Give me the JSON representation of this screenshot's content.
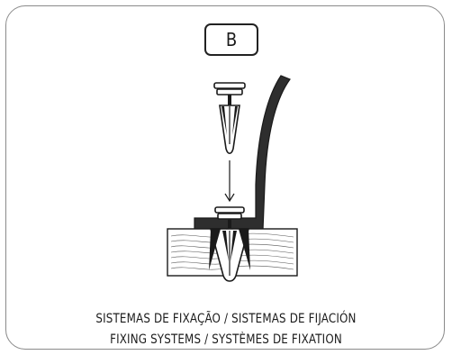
{
  "panel": {
    "label": "B"
  },
  "caption": {
    "line1": "SISTEMAS DE FIXAÇÃO / SISTEMAS DE FIJACIÓN",
    "line2": "FIXING SYSTEMS / SYSTÈMES DE FIXATION"
  },
  "colors": {
    "line": "#1a1a1a",
    "border": "#8a8a8a",
    "roof_sheet": "#2e2e2e"
  }
}
